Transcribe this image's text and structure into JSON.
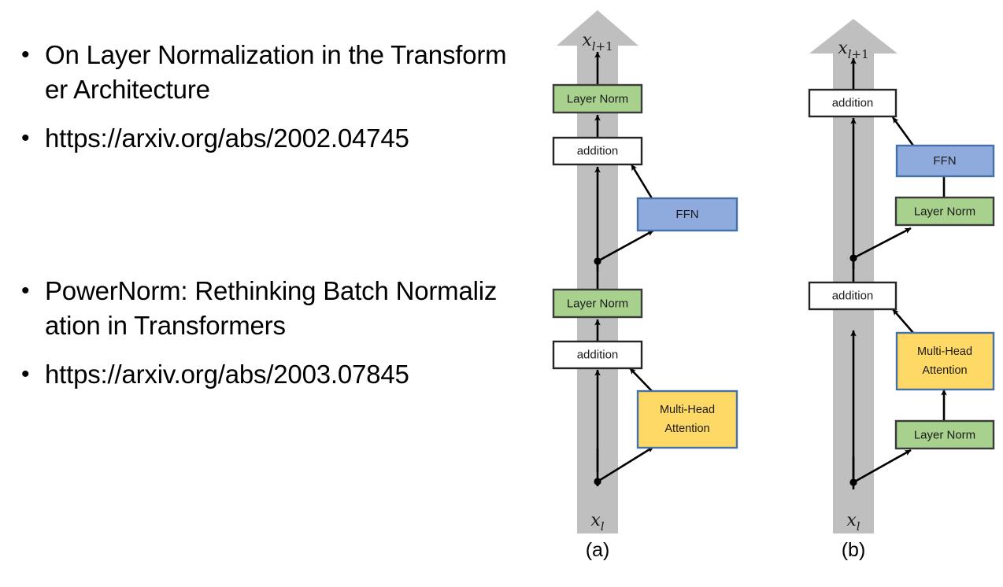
{
  "slide": {
    "bullet_glyph": "•",
    "groups": [
      {
        "id": "group-1",
        "items": [
          {
            "text": "On Layer Normalization in the Transformer Architecture"
          },
          {
            "text": "https://arxiv.org/abs/2002.04745"
          }
        ]
      },
      {
        "id": "group-2",
        "items": [
          {
            "text": "PowerNorm: Rethinking Batch Normalization in Transformers"
          },
          {
            "text": "https://arxiv.org/abs/2003.07845"
          }
        ]
      }
    ]
  },
  "diagram": {
    "colors": {
      "layer_norm_fill": "#A9D18E",
      "layer_norm_stroke": "#3B3B3B",
      "ffn_fill": "#8FAADC",
      "ffn_stroke": "#4472A8",
      "attention_fill": "#FFD966",
      "attention_stroke": "#4472A8",
      "addition_fill": "#FFFFFF",
      "addition_stroke": "#262626",
      "backbone_gray": "#BFBFBF",
      "line_black": "#000000"
    },
    "panels": [
      {
        "id": "panel-a",
        "caption": "(a)",
        "input_label": {
          "base": "x",
          "sub": "l"
        },
        "output_label": {
          "base": "x",
          "sub": "l",
          "sub_extra": "+1"
        },
        "nodes": [
          {
            "id": "a-layer-norm-top",
            "label": "Layer Norm",
            "type": "layer-norm"
          },
          {
            "id": "a-addition-top",
            "label": "addition",
            "type": "addition"
          },
          {
            "id": "a-ffn",
            "label": "FFN",
            "type": "ffn"
          },
          {
            "id": "a-layer-norm-bottom",
            "label": "Layer Norm",
            "type": "layer-norm"
          },
          {
            "id": "a-addition-bottom",
            "label": "addition",
            "type": "addition"
          },
          {
            "id": "a-attention",
            "label_line1": "Multi-Head",
            "label_line2": "Attention",
            "type": "attention"
          }
        ]
      },
      {
        "id": "panel-b",
        "caption": "(b)",
        "input_label": {
          "base": "x",
          "sub": "l"
        },
        "output_label": {
          "base": "x",
          "sub": "l",
          "sub_extra": "+1"
        },
        "nodes": [
          {
            "id": "b-addition-top",
            "label": "addition",
            "type": "addition"
          },
          {
            "id": "b-ffn",
            "label": "FFN",
            "type": "ffn"
          },
          {
            "id": "b-layer-norm-ffn",
            "label": "Layer Norm",
            "type": "layer-norm"
          },
          {
            "id": "b-addition-bottom",
            "label": "addition",
            "type": "addition"
          },
          {
            "id": "b-attention",
            "label_line1": "Multi-Head",
            "label_line2": "Attention",
            "type": "attention"
          },
          {
            "id": "b-layer-norm-attn",
            "label": "Layer Norm",
            "type": "layer-norm"
          }
        ]
      }
    ]
  }
}
